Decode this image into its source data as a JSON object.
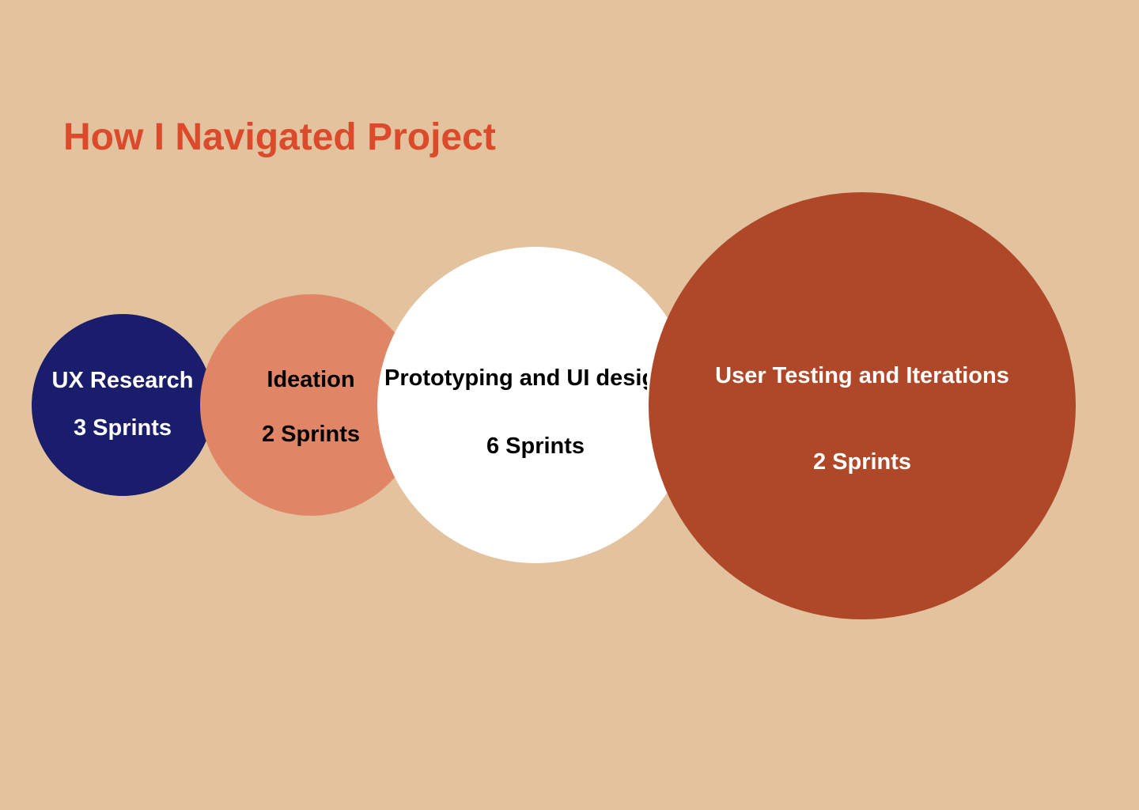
{
  "title": "How I Navigated Project",
  "colors": {
    "background": "#E3C29E",
    "title": "#DC4A2C"
  },
  "phases": [
    {
      "name": "UX Research",
      "duration": "3 Sprints",
      "fill": "#1A1D6C",
      "text_color": "#FFFFFF"
    },
    {
      "name": "Ideation",
      "duration": "2 Sprints",
      "fill": "#E08667",
      "text_color": "#000000"
    },
    {
      "name": "Prototyping and UI design",
      "duration": "6 Sprints",
      "fill": "#FFFFFF",
      "text_color": "#000000"
    },
    {
      "name": "User Testing and Iterations",
      "duration": "2 Sprints",
      "fill": "#AE4828",
      "text_color": "#FFFFFF"
    }
  ]
}
